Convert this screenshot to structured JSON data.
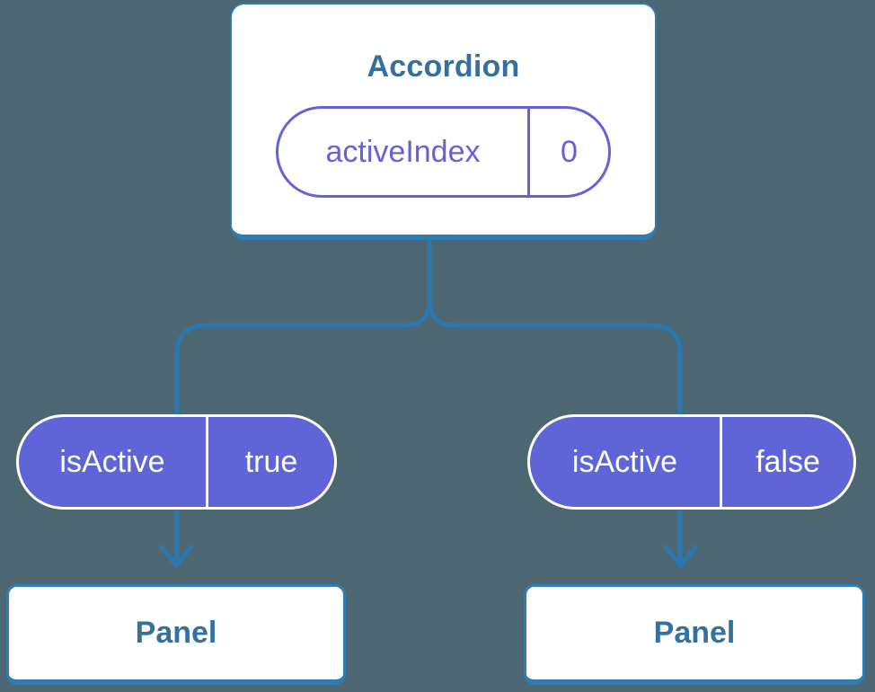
{
  "colors": {
    "background": "#4C6771",
    "connector_blue": "#2B77AF",
    "component_border_blue": "#2E7CB4",
    "component_text_blue": "#35719E",
    "prop_purple": "#6661DB",
    "prop_pill_fill": "#5F65D7",
    "pill_text_white": "#FFFFFF"
  },
  "root_component": {
    "title": "Accordion",
    "state": {
      "name": "activeIndex",
      "value": "0"
    }
  },
  "children": [
    {
      "prop_name": "isActive",
      "prop_value": "true",
      "component": "Panel"
    },
    {
      "prop_name": "isActive",
      "prop_value": "false",
      "component": "Panel"
    }
  ]
}
